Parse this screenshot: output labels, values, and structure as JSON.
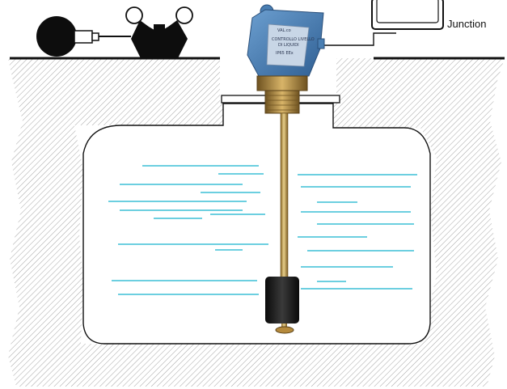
{
  "labels": {
    "junction": "Junction",
    "sensor_plate": [
      "VAL.co",
      "CONTROLLO LIVELLO",
      "DI LIQUIDI",
      "IP65 EEx"
    ]
  },
  "colors": {
    "liquid_line": "#3bbfd6",
    "ground_hatch": "#9a9a9a",
    "housing_blue": "#4a7fb3",
    "brass": "#b58a3c",
    "float_black": "#1c1c1c",
    "outline": "#111111"
  },
  "components": {
    "pump": "pump-icon",
    "valve": "y-valve-icon",
    "level_switch": "level-switch-housing",
    "junction_box": "junction-box-icon",
    "float": "float-icon",
    "tank": "underground-tank"
  }
}
